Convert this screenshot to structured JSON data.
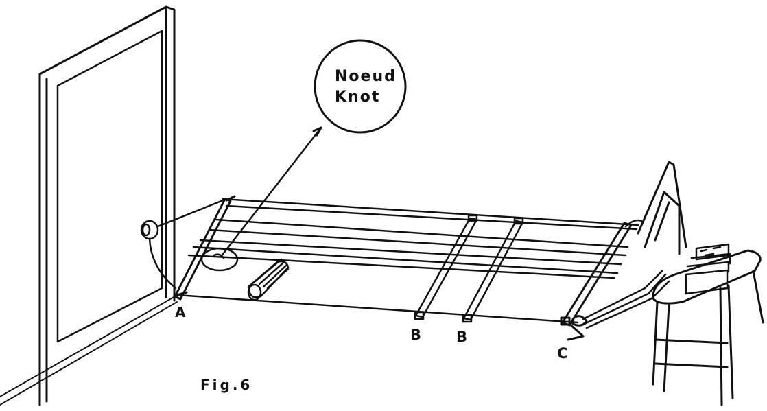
{
  "callout": {
    "line1": "Noeud",
    "line2": "Knot"
  },
  "labels": {
    "a": "A",
    "b1": "B",
    "b2": "B",
    "c": "C"
  },
  "caption": "Fig.6",
  "colors": {
    "ink": "#111111",
    "paper": "#ffffff"
  }
}
